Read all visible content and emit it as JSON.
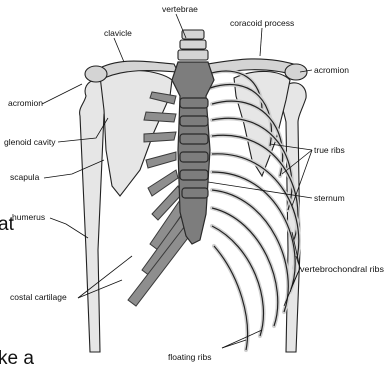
{
  "labels": {
    "vertebrae": "vertebrae",
    "coracoid_process": "coracoid process",
    "clavicle": "clavicle",
    "acromion_left": "acromion",
    "acromion_right": "acromion",
    "glenoid_cavity": "glenoid cavity",
    "scapula": "scapula",
    "true_ribs": "true ribs",
    "sternum": "sternum",
    "humerus": "humerus",
    "vertebrochondral_ribs": "vertebrochondral ribs",
    "costal_cartilage": "costal cartilage",
    "floating_ribs": "floating ribs"
  },
  "text_fragments": {
    "frag_at": "at",
    "frag_ke_a": "ke a"
  }
}
